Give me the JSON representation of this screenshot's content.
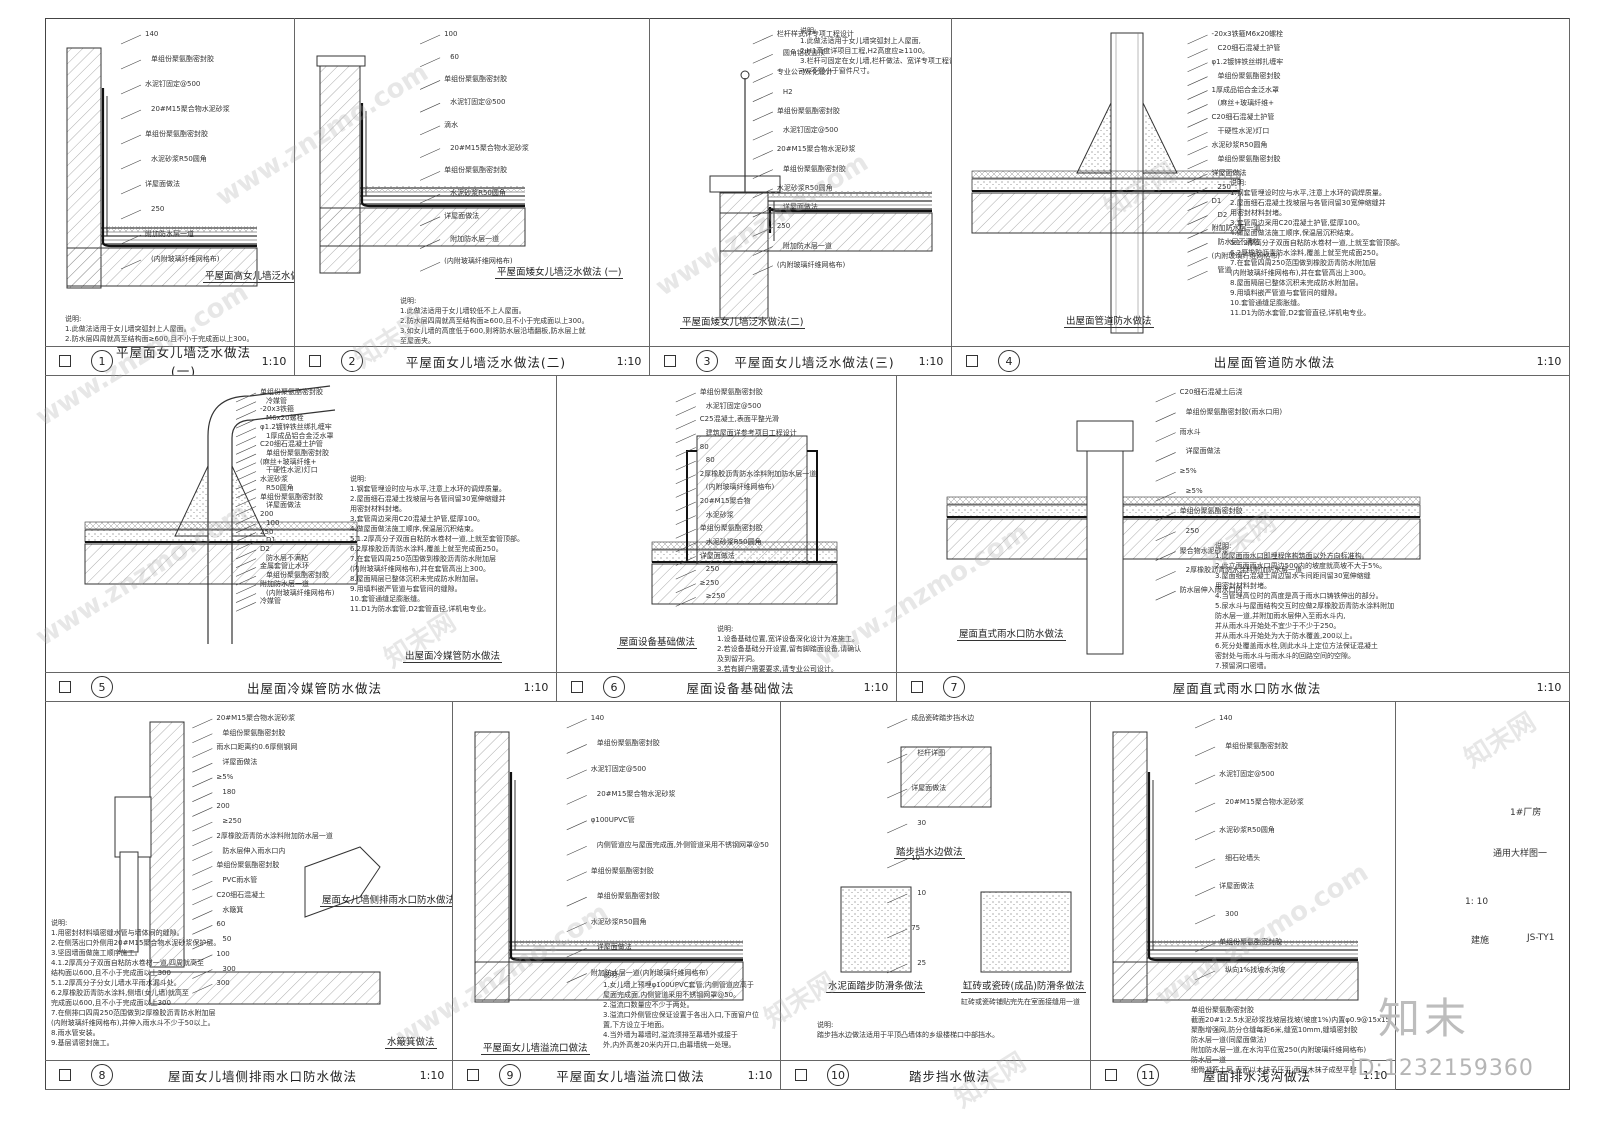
{
  "panels": [
    {
      "num": "1",
      "title": "平屋面女儿墙泛水做法 (一)",
      "scale": "1:10",
      "subtitle": "平屋面高女儿墙泛水做法",
      "labels": [
        "140",
        "单组份聚氨酯密封胶",
        "水泥钉固定@500",
        "20#M15聚合物水泥砂浆",
        "单组份聚氨酯密封胶",
        "水泥砂浆R50圆角",
        "详屋面做法",
        "250",
        "附加防水层一道",
        "(内附玻璃纤维网格布)"
      ],
      "notes": [
        "说明:",
        "1.此做法适用于女儿墙突弧封上人屋面。",
        "2.防水层四周就高至结构面≥600,且不小于完成面以上300。"
      ]
    },
    {
      "num": "2",
      "title": "平屋面女儿墙泛水做法(二)",
      "scale": "1:10",
      "subtitle": "平屋面矮女儿墙泛水做法 (一)",
      "labels": [
        "100",
        "60",
        "单组份聚氨酯密封胶",
        "水泥钉固定@500",
        "滴水",
        "20#M15聚合物水泥砂浆",
        "单组份聚氨酯密封胶",
        "水泥砂浆R50圆角",
        "详屋面做法",
        "附加防水层一道",
        "(内附玻璃纤维网格布)"
      ],
      "notes": [
        "说明:",
        "1.此做法适用于女儿墙较低不上人屋面。",
        "2.防水层四周就高至结构面≥600,且不小于完成面以上300。",
        "3.如女儿墙的高度低于600,则将防水层沿墙翻板,防水层上就",
        "  至屋面夹。"
      ]
    },
    {
      "num": "3",
      "title": "平屋面女儿墙泛水做法(三)",
      "scale": "1:10",
      "subtitle": "平屋面矮女儿墙泛水做法(二)",
      "labels": [
        "栏杆样式详专项工程设计",
        "圆角铝板盖顶",
        "专业公司深化设计",
        "H2",
        "单组份聚氨酯密封胶",
        "水泥钉固定@500",
        "20#M15聚合物水泥砂浆",
        "单组份聚氨酯密封胶",
        "水泥砂浆R50圆角",
        "详屋面做法",
        "250",
        "附加防水层一道",
        "(内附玻璃纤维网格布)"
      ],
      "notes": [
        "说明:",
        "1.此做法适用于女儿墙突弧封上人屋面,",
        "2.H1高度详项目工程,H2高度应≥1100。",
        "3.栏杆可固定在女儿墙,栏杆做法、宽详专项工程设计。",
        "  -w-不得小于窗件尺寸。"
      ]
    },
    {
      "num": "4",
      "title": "出屋面管道防水做法",
      "scale": "1:10",
      "subtitle": "出屋面管道防水做法",
      "labels": [
        "-20x3铁箍M6x20螺栓",
        "C20细石混凝土护管",
        "φ1.2镀锌铁丝绑扎缠牢",
        "单组份聚氨酯密封胶",
        "1厚成品铝合金泛水罩",
        "(麻丝+玻璃纤维+",
        "C20细石混凝土护管",
        "干硬性水泥)灯口",
        "水泥砂浆R50圆角",
        "单组份聚氨酯密封胶",
        "详屋面做法",
        "250",
        "D1",
        "D2",
        "附加防水层一道",
        "防水层不满粘",
        "(内附玻璃纤维网格布)",
        "管道"
      ],
      "notes": [
        "说明:",
        "1.钢套管埋设时应与水平,注意上水环的调焊质量。",
        "2.屋面细石混凝土找坡层与各管间留30宽伸缩缝并",
        "  用密封材料封堵。",
        "3.套管周边采用C20混凝土护管,壁厚100。",
        "4.做屋面做法施工顺序,保温层沉积结束。",
        "5.1.2厚高分子双面自粘防水卷材一道,上就至套管顶部。",
        "6.2厚橡胶沥青防水涂料,覆盖上就至完成面250。",
        "7.在套管四周250范围做到橡胶沥青防水附加层",
        "  (内附玻璃纤维网格布),并在套管高出上300。",
        "8.屋面隔层已整体沉积未完成防水附加层。",
        "9.用填料嵌严管道与套管间的缝隙。",
        "10.套管通缝足膨胀缝。",
        "11.D1为防水套管,D2套管直径,详机电专业。"
      ]
    },
    {
      "num": "5",
      "title": "出屋面冷媒管防水做法",
      "scale": "1:10",
      "subtitle": "出屋面冷媒管防水做法",
      "labels": [
        "单组份聚氨酯密封胶",
        "冷媒管",
        "-20x3铁箍",
        "M6x20螺栓",
        "φ1.2镀锌铁丝绑扎缠牢",
        "1厚成品铝合金泛水罩",
        "C20细石混凝土护管",
        "单组份聚氨酯密封胶",
        "(麻丝+玻璃纤维+",
        "干硬性水泥)灯口",
        "水泥砂浆",
        "R50圆角",
        "单组份聚氨酯密封胶",
        "详屋面做法",
        "200",
        "100",
        "250",
        "D1",
        "D2",
        "防水层不满粘",
        "金属套管止水环",
        "单组份聚氨酯密封胶",
        "附加防水层一道",
        "(内附玻璃纤维网格布)",
        "冷媒管"
      ],
      "notes": [
        "说明:",
        "1.钢套管埋设时应与水平,注意上水环的调焊质量。",
        "2.屋面细石混凝土找坡层与各管间留30宽伸缩缝并",
        "  用密封材料封堵。",
        "3.套管周边采用C20混凝土护管,壁厚100。",
        "4.做屋面做法施工顺序,保温层沉积结束。",
        "5.1.2厚高分子双面自粘防水卷材一道,上就至套管顶部。",
        "6.2厚橡胶沥青防水涂料,覆盖上就至完成面250。",
        "7.在套管四周250范围做到橡胶沥青防水附加层",
        "  (内附玻璃纤维网格布),并在套管高出上300。",
        "8.屋面隔层已整体沉积未完成防水附加层。",
        "9.用填料嵌严管道与套管间的缝隙。",
        "10.套管通缝足膨胀缝。",
        "11.D1为防水套管,D2套管直径,详机电专业。"
      ]
    },
    {
      "num": "6",
      "title": "屋面设备基础做法",
      "scale": "1:10",
      "subtitle": "屋面设备基础做法",
      "labels": [
        "单组份聚氨酯密封胶",
        "水泥钉固定@500",
        "C25混凝土,表面平整光滑",
        "建筑屋面详参考项目工程设计",
        "80",
        "80",
        "2厚橡胶沥青防水涂料附加防水层一道",
        "(内附玻璃纤维网格布)",
        "20#M15聚合物",
        "水泥砂浆",
        "单组份聚氨酯密封胶",
        "水泥砂浆R50圆角",
        "详屋面做法",
        "250",
        "≥250",
        "≥250"
      ],
      "notes": [
        "说明:",
        "1.设备基础位置,宽详设备深化设计为准施工。",
        "2.若设备基础分开设置,留有脚踏面设备,请确认",
        "  及到留开洞。",
        "3.若有脚户需要要求,请专业公司设计。"
      ]
    },
    {
      "num": "7",
      "title": "屋面直式雨水口防水做法",
      "scale": "1:10",
      "subtitle": "屋面直式雨水口防水做法",
      "labels": [
        "C20细石混凝土后浇",
        "单组份聚氨酯密封胶(雨水口用)",
        "雨水斗",
        "详屋面做法",
        "≥5%",
        "≥5%",
        "单组份聚氨酯密封胶",
        "250",
        "聚合物水泥砂浆",
        "2厚橡胶沥青防水涂料附加防水层一道",
        "防水层伸入雨水口内"
      ],
      "notes": [
        "说明:",
        "1.此屋面雨水口即埋程序构筑面以外方向标准构。",
        "2.此立面面雨水口周边500内的坡度就高坡不大于5%。",
        "3.屋面细石混凝土周边留水卡间距间留30宽伸缩缝",
        "  用密封材料封堵。",
        "4.当管理高位时的高度是高于雨水口铸铁伸出的部分。",
        "5.尿水斗与屋面结构交互时应做2厚橡胶沥青防水涂料附加",
        "  防水层一道,并附加雨水层伸入至雨水斗内,",
        "  并从雨水斗开始处不宜少于不少于250。",
        "  并从雨水斗开始处为大于防水覆盖,200以上。",
        "6.死分处覆盖雨水栓,则此水斗上定位方法保证混凝土",
        "  密封处与雨水斗与雨水斗的回路空间的空隙。",
        "7.预留洞口密墙。"
      ]
    },
    {
      "num": "8",
      "title": "屋面女儿墙侧排雨水口防水做法",
      "scale": "1:10",
      "subtitle": "屋面女儿墙侧排雨水口防水做法",
      "labels": [
        "20#M15聚合物水泥砂浆",
        "单组份聚氨酯密封胶",
        "雨水口距离约0.6厚侧钢网",
        "详屋面做法",
        "≥5%",
        "180",
        "200",
        "≥250",
        "2厚橡胶沥青防水涂料附加防水层一道",
        "防水层伸入雨水口内",
        "单组份聚氨酯密封胶",
        "PVC雨水管",
        "C20细石混凝土",
        "水簸箕",
        "60",
        "50",
        "100",
        "300",
        "300"
      ],
      "notes": [
        "说明:",
        "1.用密封材料填密缝水管与墙体间的缝隙。",
        "2.在侧落出口外侧用20#M15聚合物水泥砂浆保护层。",
        "3.坚固墙面做施工顺序施工。",
        "4.1.2厚高分子双面自粘防水卷材一道,四周就高至",
        "  结构面以600,且不小于完成面以上300",
        "5.1.2厚高分子分女儿墙水平雨水漏斗处。",
        "6.2厚橡胶沥青防水涂料,侧墙(女儿墙)就高至",
        "  完成面以600,且不小于完成面以上300",
        "7.在侧排口四周250范围做到2厚橡胶沥青防水附加层",
        "  (内附玻璃纤维网格布),并伸入雨水斗不少于50以上。",
        "8.雨水管安装。",
        "9.基层请密封施工。"
      ],
      "subtitle2": "水簸箕做法"
    },
    {
      "num": "9",
      "title": "平屋面女儿墙溢流口做法",
      "scale": "1:10",
      "subtitle": "平屋面女儿墙溢流口做法",
      "labels": [
        "140",
        "单组份聚氨酯密封胶",
        "水泥钉固定@500",
        "20#M15聚合物水泥砂浆",
        "φ100UPVC管",
        "内侧管道应与屋面完成面,外侧管道采用不锈钢网罩@50",
        "单组份聚氨酯密封胶",
        "单组份聚氨酯密封胶",
        "水泥砂浆R50圆角",
        "详屋面做法",
        "附加防水层一道(内附玻璃纤维网格布)"
      ],
      "notes": [
        "说明:",
        "1.女儿墙上预埋φ100UPVC套管,内侧管道应高于",
        "  屋面完成面,内侧管道采用不锈钢网罩@50。",
        "2.溢流口数量应不少于两处。",
        "3.溢流口外侧管应保证设置于各出入口,下面窗户位",
        "  置,下方设立于地面。",
        "4.当外墙为幕墙时,溢流须排至幕墙外或接于",
        "  外,内外高差20米内开口,由幕墙统一处理。"
      ]
    },
    {
      "num": "10",
      "title": "踏步挡水做法",
      "scale": "",
      "subtitle": "踏步挡水边做法",
      "labels": [
        "成品瓷砖踏步挡水边",
        "栏杆详图",
        "详屋面做法",
        "30",
        "10",
        "10",
        "75",
        "25"
      ],
      "sub2": "水泥面踏步防滑条做法",
      "sub3": "缸砖或瓷砖(成品)防滑条做法",
      "sub3note": "缸砖或瓷砖铺贴完先在室面接缝用一道",
      "notes": [
        "说明:",
        "踏步挡水边做法适用于平顶凸墙体的乡级楼梯口中部挡水。"
      ]
    },
    {
      "num": "11",
      "title": "屋面排水浅沟做法",
      "scale": "1:10",
      "subtitle": "",
      "labels": [
        "140",
        "单组份聚氨酯密封胶",
        "水泥钉固定@500",
        "20#M15聚合物水泥砂浆",
        "水泥砂浆R50圆角",
        "细石砼墙头",
        "详屋面做法",
        "300",
        "单组份聚氨酯密封胶",
        "纵向1%找坡水沟坡"
      ],
      "notes": [
        "单组份聚氨酯密封胶",
        "截面20#1:2.5水泥砂浆找坡层找坡(坡度1%)内置φ0.9@15x15",
        "  聚酯增强网,防分仓缝每距6米,缝宽10mm,缝填密封胶",
        "防水层一道(同屋面做法)",
        "附加防水层一道,在水沟平位宽250(内附玻璃纤维网格布)",
        "防水层一道",
        "细骨凝筋土层,表面以木抹子压平;面层木抹子成型平整"
      ]
    }
  ],
  "right_info": {
    "project": "1#厂房",
    "drawing": "通用大样图一",
    "scale": "1: 10",
    "discipline": "建施",
    "code": "JS-TY1"
  },
  "watermark": {
    "text": "www.znzmo.com",
    "cn": "知末网",
    "logo": "知末",
    "id": "ID:1232159360"
  }
}
